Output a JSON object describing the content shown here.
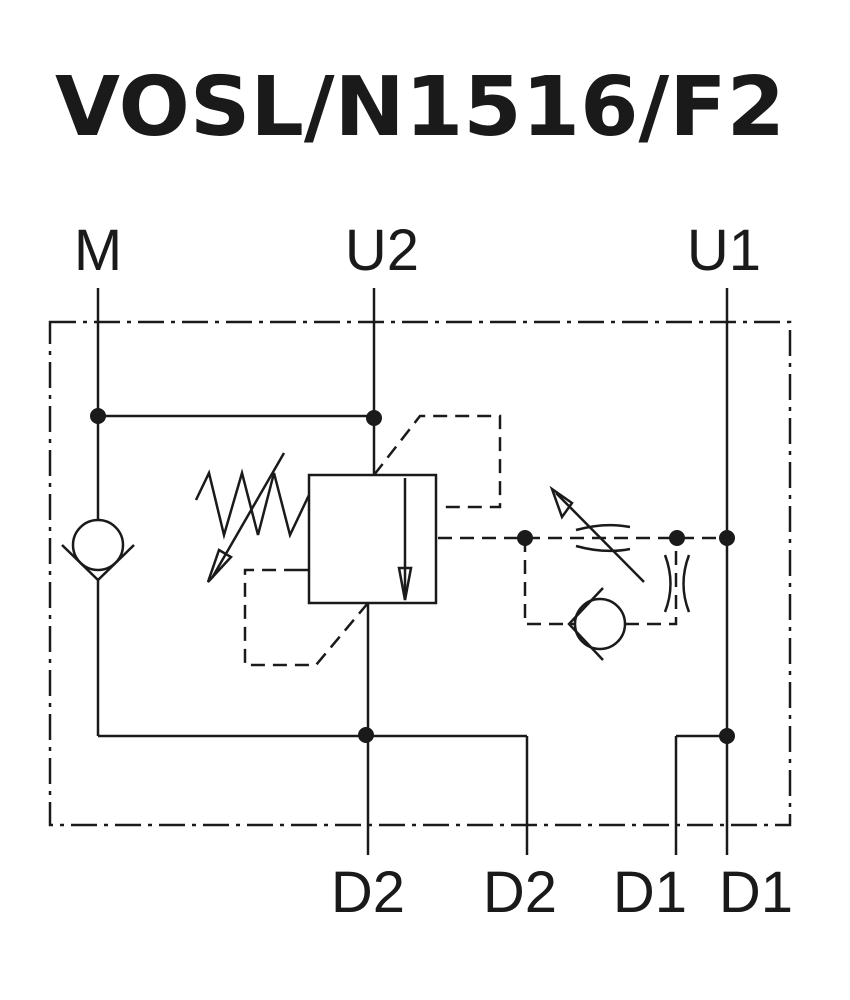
{
  "title": "VOSL/N1516/F2",
  "ports": {
    "m": "M",
    "u2": "U2",
    "u1": "U1",
    "d2_a": "D2",
    "d2_b": "D2",
    "d1_a": "D1",
    "d1_b": "D1"
  },
  "icons": {
    "check_valve_left": "check-valve-icon",
    "relief_valve": "pressure-relief-valve-icon",
    "adjustable_spring": "adjustable-spring-icon",
    "throttle": "adjustable-throttle-icon",
    "check_valve_right": "check-valve-icon"
  },
  "colors": {
    "line": "#1a1a1a",
    "background": "#ffffff"
  }
}
